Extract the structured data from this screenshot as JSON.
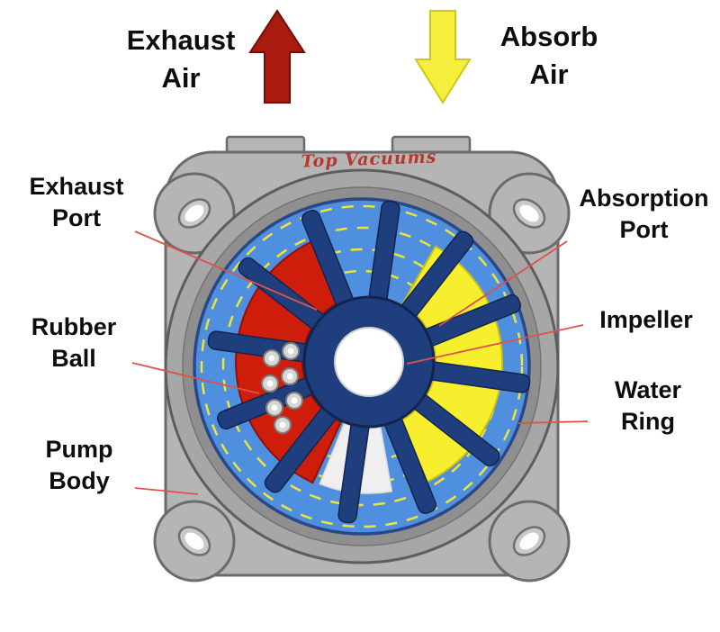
{
  "flow_indicators": {
    "exhaust": {
      "label": "Exhaust Air",
      "arrow_icon": "up-arrow"
    },
    "absorb": {
      "label": "Absorb Air",
      "arrow_icon": "down-arrow"
    }
  },
  "watermark": {
    "text": "Top Vacuums",
    "color": "#b5382c"
  },
  "callouts": {
    "exhaust_port": {
      "label": "Exhaust Port"
    },
    "absorption_port": {
      "label": "Absorption Port"
    },
    "rubber_ball": {
      "label": "Rubber Ball"
    },
    "impeller": {
      "label": "Impeller"
    },
    "water_ring": {
      "label": "Water Ring"
    },
    "pump_body": {
      "label": "Pump Body"
    }
  },
  "colors": {
    "exhaust_arrow_red": "#a81b0e",
    "absorb_arrow_yellow": "#f5ee3c",
    "exhaust_cavity_red": "#ce1e0b",
    "absorption_cavity_yellow": "#f7ef2e",
    "impeller_navy": "#1e3e7d",
    "water_ring_blue": "#4f8fe0",
    "pump_body_gray": "#b5b5b5",
    "leader_line_red": "#e0514a",
    "dashed_ring_yellow": "#f0e335",
    "label_text": "#0d0d0d"
  }
}
